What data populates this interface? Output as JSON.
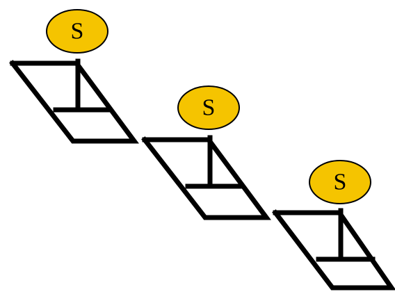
{
  "colors": {
    "node_fill": "#F5C400",
    "line": "#000000",
    "background": "#FFFFFF"
  },
  "units": [
    {
      "label": "S"
    },
    {
      "label": "S"
    },
    {
      "label": "S"
    }
  ]
}
